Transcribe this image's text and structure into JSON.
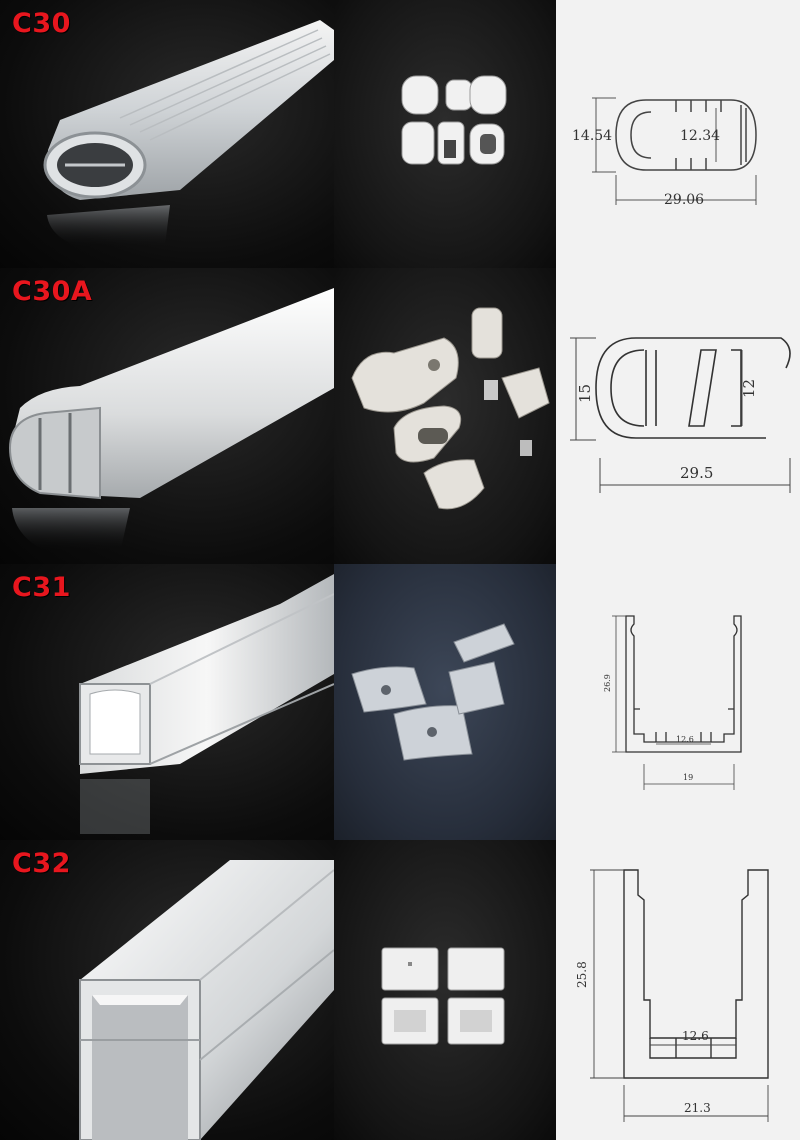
{
  "rows": [
    {
      "label": "C30",
      "dims": [
        "14.54",
        "12.34",
        "29.06"
      ]
    },
    {
      "label": "C30A",
      "dims": [
        "15",
        "12",
        "29.5"
      ]
    },
    {
      "label": "C31",
      "dims": [
        "26.9",
        "12.6",
        "19"
      ]
    },
    {
      "label": "C32",
      "dims": [
        "25.8",
        "12.6",
        "21.3"
      ]
    }
  ]
}
